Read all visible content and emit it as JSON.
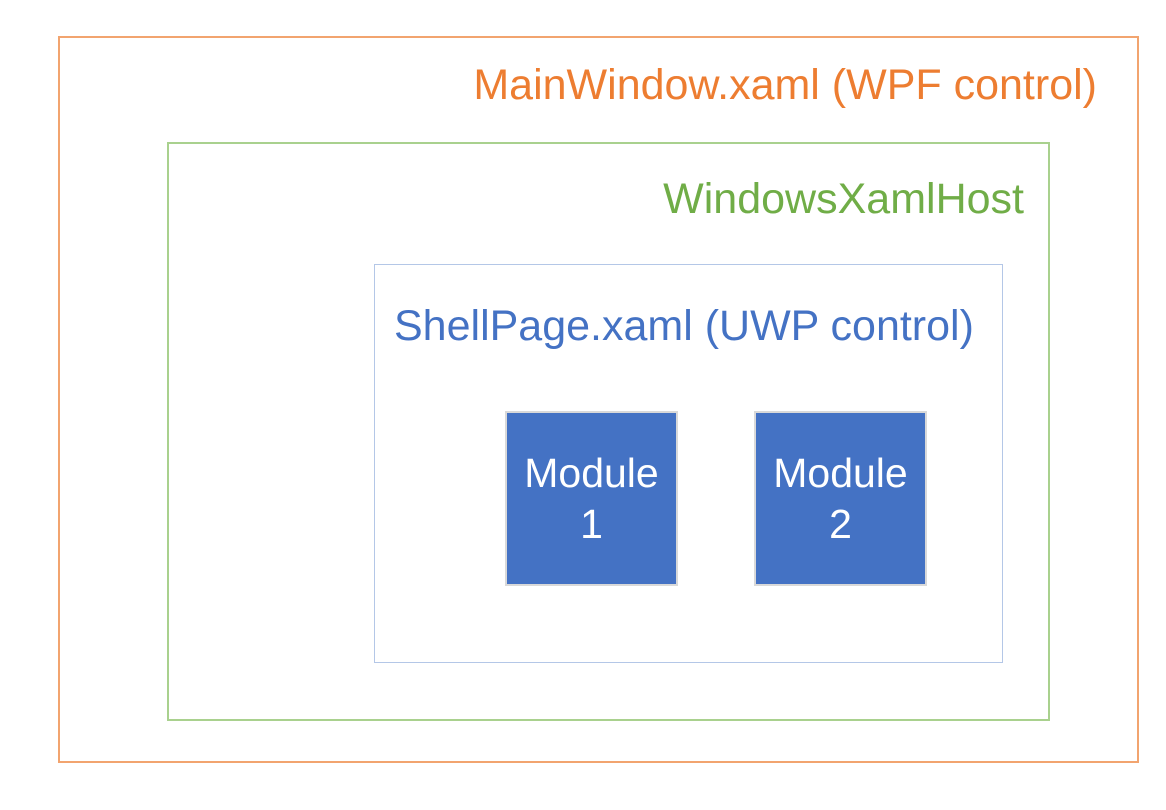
{
  "diagram": {
    "background_color": "#FFFFFF",
    "nodes": {
      "mainwindow": {
        "label": "MainWindow.xaml (WPF control)",
        "border_color": "#F2A46F",
        "label_color": "#ED7D31"
      },
      "xamlhost": {
        "label": "WindowsXamlHost",
        "border_color": "#A9D18E",
        "label_color": "#70AD47"
      },
      "shellpage": {
        "label": "ShellPage.xaml (UWP control)",
        "border_color": "#B4C7E7",
        "label_color": "#4472C4"
      },
      "modules": [
        {
          "label_line1": "Module",
          "label_line2": "1",
          "fill_color": "#4472C4",
          "border_color": "#D9D9D9",
          "label_color": "#FFFFFF"
        },
        {
          "label_line1": "Module",
          "label_line2": "2",
          "fill_color": "#4472C4",
          "border_color": "#D9D9D9",
          "label_color": "#FFFFFF"
        }
      ]
    }
  }
}
